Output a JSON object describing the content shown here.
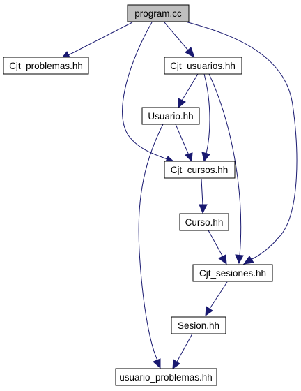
{
  "graph": {
    "nodes": {
      "program": "program.cc",
      "cjt_problemas": "Cjt_problemas.hh",
      "cjt_usuarios": "Cjt_usuarios.hh",
      "usuario": "Usuario.hh",
      "cjt_cursos": "Cjt_cursos.hh",
      "curso": "Curso.hh",
      "cjt_sesiones": "Cjt_sesiones.hh",
      "sesion": "Sesion.hh",
      "usuario_problemas": "usuario_problemas.hh"
    },
    "edges": [
      [
        "program",
        "cjt_problemas"
      ],
      [
        "program",
        "cjt_usuarios"
      ],
      [
        "program",
        "cjt_cursos"
      ],
      [
        "program",
        "cjt_sesiones"
      ],
      [
        "cjt_usuarios",
        "usuario"
      ],
      [
        "cjt_usuarios",
        "cjt_cursos"
      ],
      [
        "cjt_usuarios",
        "cjt_sesiones"
      ],
      [
        "usuario",
        "cjt_cursos"
      ],
      [
        "usuario",
        "usuario_problemas"
      ],
      [
        "cjt_cursos",
        "curso"
      ],
      [
        "curso",
        "cjt_sesiones"
      ],
      [
        "cjt_sesiones",
        "sesion"
      ],
      [
        "sesion",
        "usuario_problemas"
      ]
    ],
    "colors": {
      "edge": "#191970",
      "root_fill": "#bfbfbf",
      "node_fill": "#ffffff"
    }
  }
}
